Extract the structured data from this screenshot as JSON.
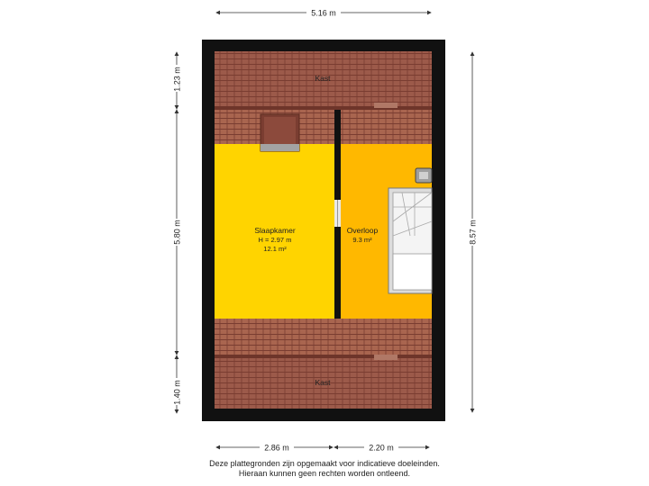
{
  "dimensions": {
    "top_width": "5.16 m",
    "left_top": "1.23 m",
    "left_middle": "5.80 m",
    "left_bottom": "1.40 m",
    "right_total": "8.57 m",
    "bottom_left": "2.86 m",
    "bottom_right": "2.20 m"
  },
  "rooms": {
    "kast_top": {
      "name": "Kast"
    },
    "slaapkamer": {
      "name": "Slaapkamer",
      "height": "H = 2.97 m",
      "area": "12.1 m²"
    },
    "overloop": {
      "name": "Overloop",
      "area": "9.3 m²"
    },
    "kast_bottom": {
      "name": "Kast"
    }
  },
  "footer": {
    "line1": "Deze plattegronden zijn opgemaakt voor indicatieve doeleinden.",
    "line2": "Hieraan kunnen geen rechten worden ontleend."
  },
  "colors": {
    "wall": "#111111",
    "roof": "#9c5a4a",
    "roof_dark": "#6e352a",
    "slaapkamer_floor": "#ffd400",
    "overloop_floor": "#ffb800",
    "dimension_line": "#333333"
  }
}
